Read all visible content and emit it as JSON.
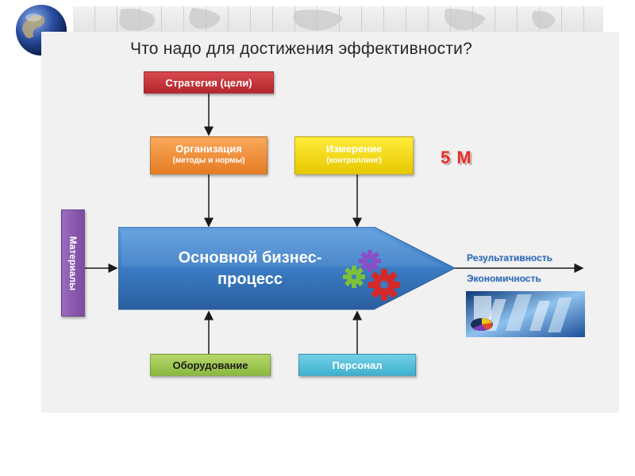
{
  "title": "Что надо для достижения эффективности?",
  "strategy": "Стратегия (цели)",
  "organization": {
    "title": "Организация",
    "subtitle": "(методы и нормы)"
  },
  "measurement": {
    "title": "Измерение",
    "subtitle": "(контроллинг)"
  },
  "five_m": "5 М",
  "materials": "Материалы",
  "process": {
    "line1": "Основной бизнес-",
    "line2": "процесс"
  },
  "equipment": "Оборудование",
  "staff": "Персонал",
  "outputs": {
    "result": "Результативность",
    "economy": "Экономичность"
  },
  "colors": {
    "strategy": "#c5353a",
    "organization": "#f08f3c",
    "measurement": "#f2d70f",
    "equipment": "#9cc752",
    "staff": "#4fbad6",
    "materials": "#8a5aae",
    "process": "#3b7cc4",
    "five_m": "#e0302a",
    "outputs": "#2f6bb8"
  }
}
